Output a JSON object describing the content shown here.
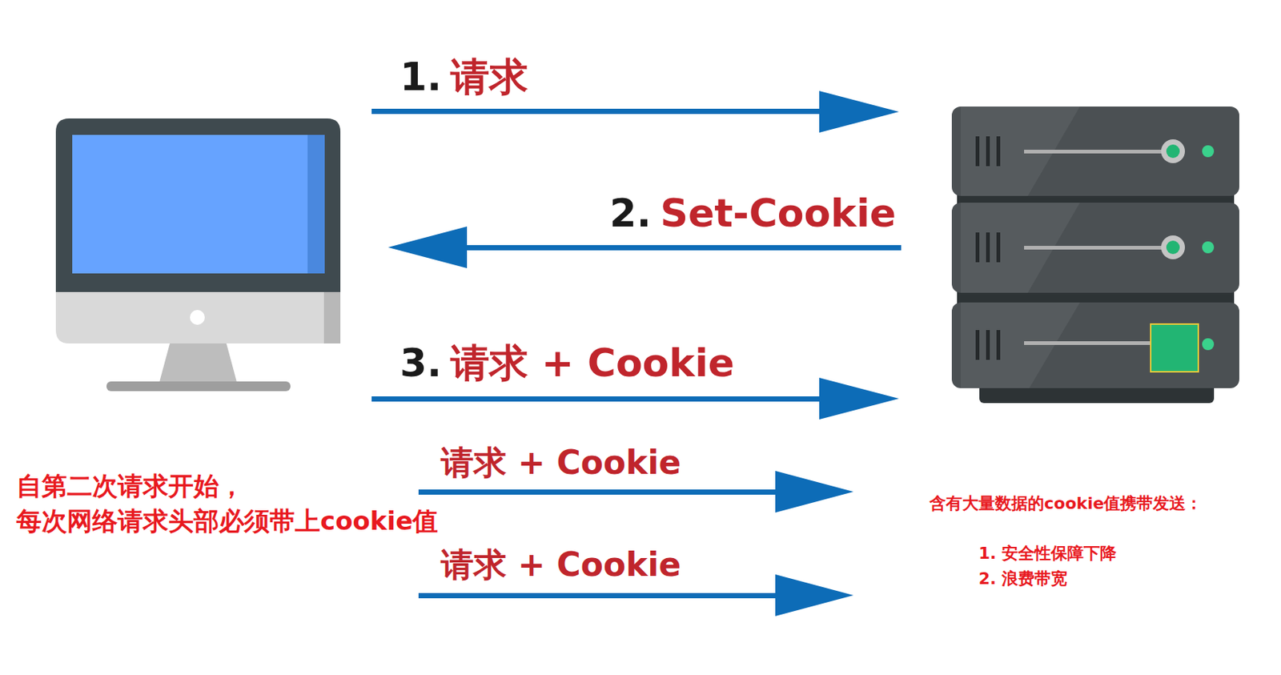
{
  "diagram": {
    "labels": [
      "1.",
      "请求",
      "2.",
      "Set-Cookie",
      "3.",
      "请求 + Cookie",
      "请求 + Cookie",
      "请求 + Cookie",
      "自第二次请求开始，",
      "每次网络请求头部必须带上cookie值",
      "含有大量数据的cookie值携带发送：",
      "1. 安全性保障下降",
      "2. 浪费带宽"
    ]
  }
}
